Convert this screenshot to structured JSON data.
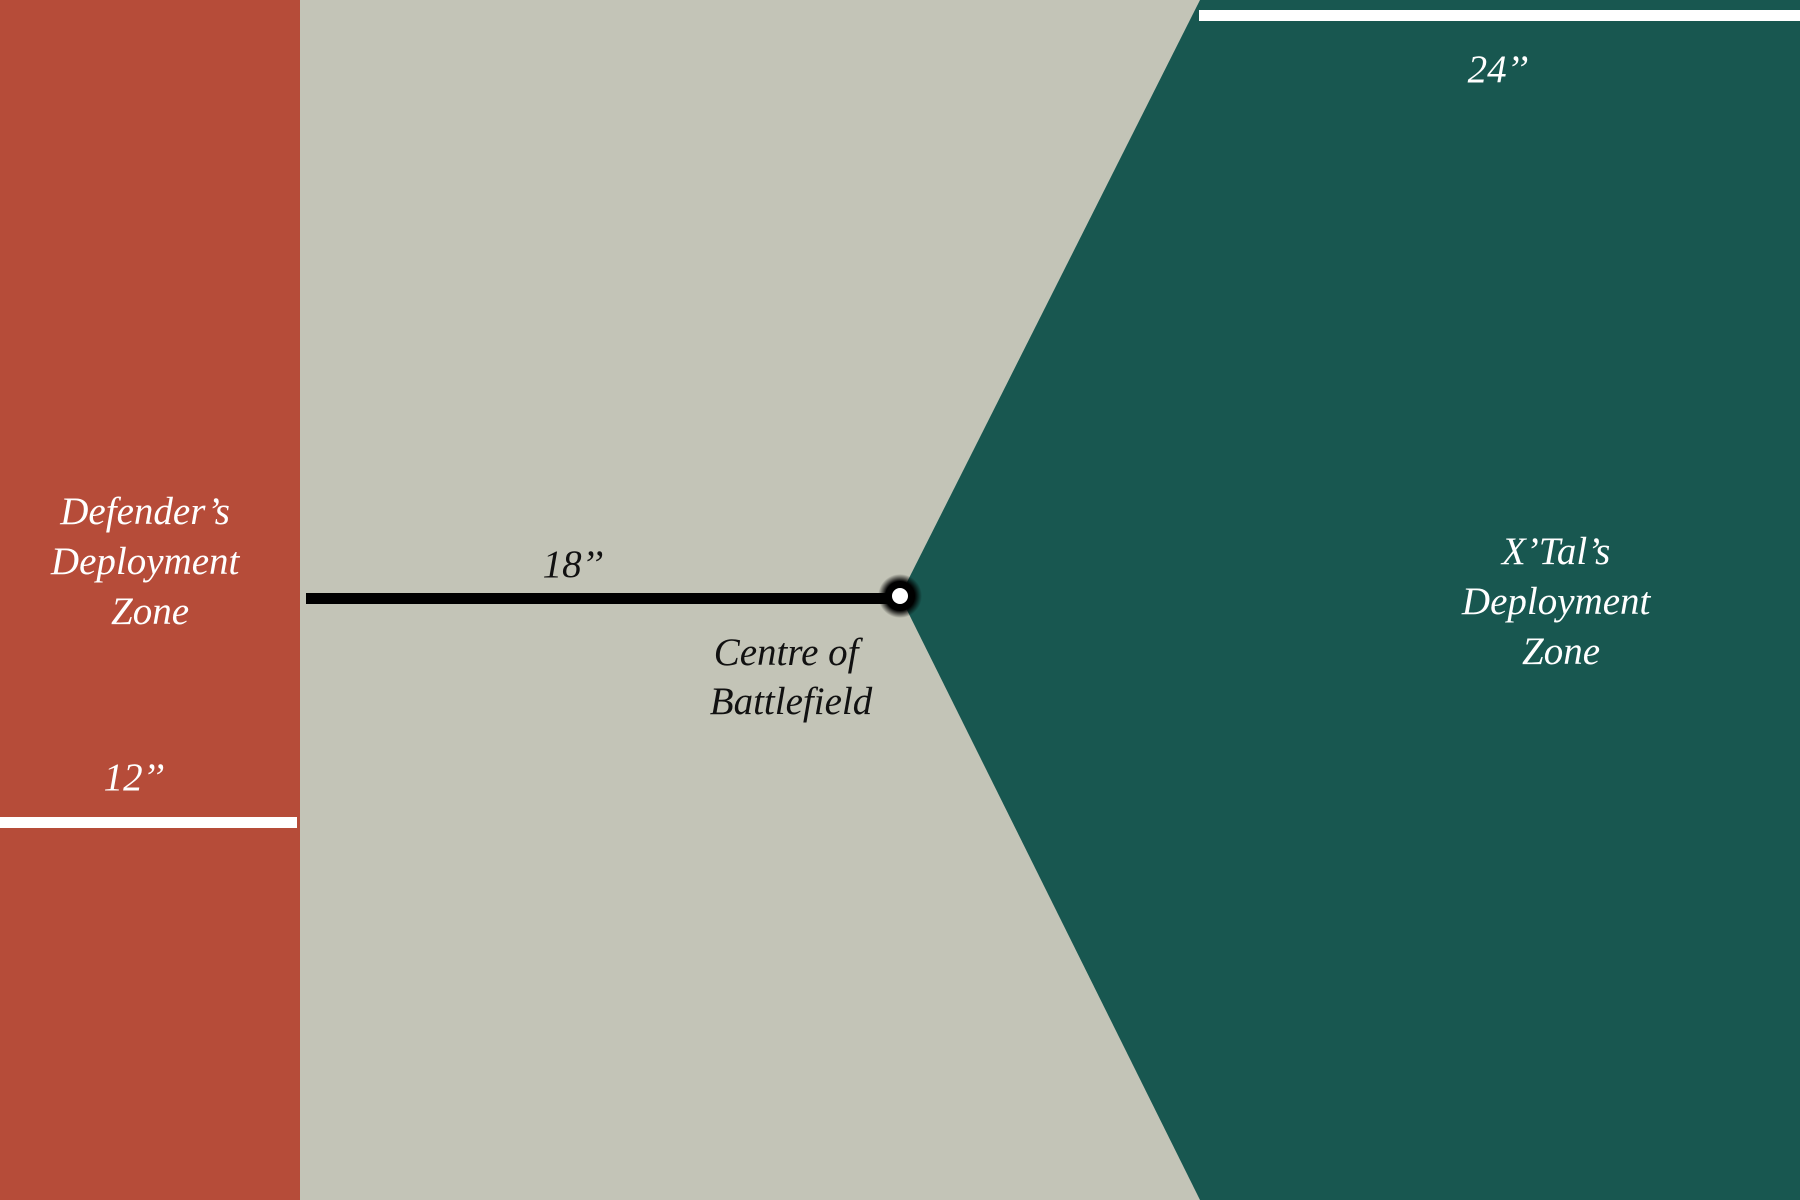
{
  "map": {
    "colors": {
      "background": "#c3c4b7",
      "defender_zone": "#b64c39",
      "xtal_zone": "#185750",
      "measure_white": "#ffffff",
      "measure_black": "#000000"
    },
    "defender_zone": {
      "label_lines": [
        "Defender’s",
        "Deployment",
        "Zone"
      ],
      "depth_label": "12’’"
    },
    "xtal_zone": {
      "label_lines": [
        "X’Tal’s",
        "Deployment",
        "Zone"
      ],
      "width_label": "24’’"
    },
    "centre": {
      "label_lines": [
        "Centre of",
        "Battlefield"
      ],
      "distance_label": "18’’"
    }
  }
}
